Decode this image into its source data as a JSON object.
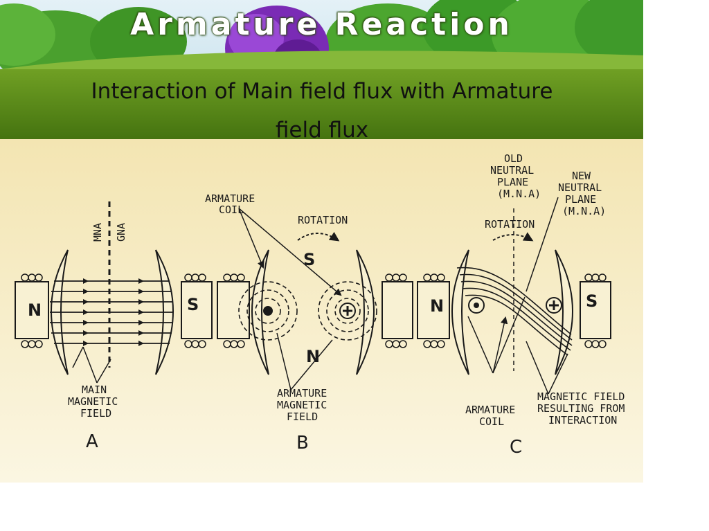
{
  "slide": {
    "title": "Armature Reaction",
    "subtitle_line1": "Interaction of Main field flux with Armature",
    "subtitle_line2": "field flux"
  },
  "colors": {
    "sky": "#cfe6f2",
    "grass": "#5e8f1c",
    "band": "#4a7a12",
    "tree": "#3f9a2a",
    "purple_tree": "#7a2bb5",
    "paper": "#f6ecc3",
    "ink": "#1a1a1a"
  },
  "diagram": {
    "fig_a": {
      "letter": "A",
      "axis_mna": "MNA",
      "axis_gna": "GNA",
      "pole_n": "N",
      "pole_s": "S",
      "label_main_field": [
        "MAIN",
        "MAGNETIC",
        "FIELD"
      ]
    },
    "fig_b": {
      "letter": "B",
      "pole_s": "S",
      "pole_n": "N",
      "label_armature_coil": [
        "ARMATURE",
        "COIL"
      ],
      "label_rotation": "ROTATION",
      "label_armature_field": [
        "ARMATURE",
        "MAGNETIC",
        "FIELD"
      ]
    },
    "fig_c": {
      "letter": "C",
      "pole_n": "N",
      "pole_s": "S",
      "label_old_neutral": [
        "OLD",
        "NEUTRAL",
        "PLANE",
        "(M.N.A)"
      ],
      "label_new_neutral": [
        "NEW",
        "NEUTRAL",
        "PLANE",
        "(M.N.A)"
      ],
      "label_rotation": "ROTATION",
      "label_armature_coil": [
        "ARMATURE",
        "COIL"
      ],
      "label_resulting_field": [
        "MAGNETIC FIELD",
        "RESULTING FROM",
        "INTERACTION"
      ]
    }
  }
}
